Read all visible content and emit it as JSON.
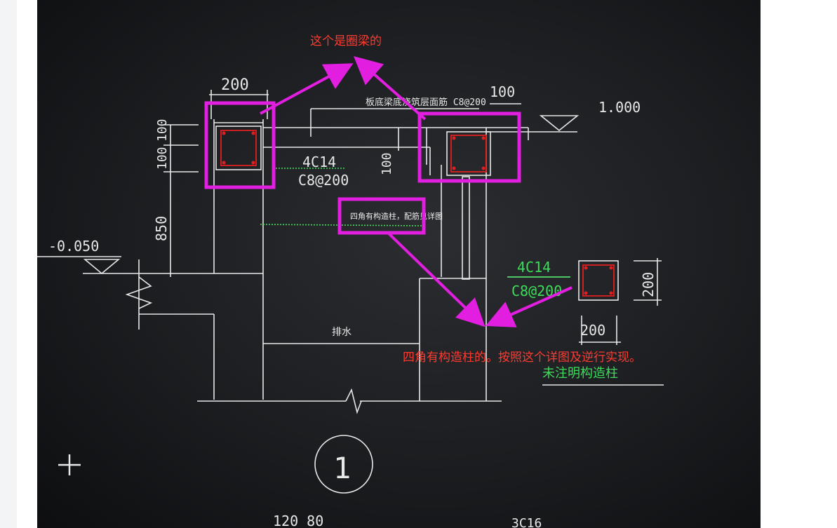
{
  "annotations": {
    "top_note": "这个是圈梁的",
    "bottom_note": "四角有构造柱的。按照这个详图及逆行实现。"
  },
  "drawing": {
    "dim_200_top": "200",
    "dim_100_a": "100",
    "dim_100_b": "100",
    "dim_850": "850",
    "level_minus": "-0.050",
    "slab_note": "板底梁底浇筑层面筋 C8@200",
    "dim_100_right": "100",
    "level_plus": "1.000",
    "dim_100_mid": "100",
    "rebar_main": "4C14",
    "stirrup_main": "C8@200",
    "column_note": "四角有构造柱，配筋见详图",
    "bottom_label": "排水",
    "rebar_col": "4C14",
    "stirrup_col": "C8@200",
    "dim_200_side": "200",
    "dim_200_bottom": "200",
    "column_caption": "未注明构造柱",
    "detail_number": "1",
    "dim_bottom_left": "120 80",
    "bottom_right_label": "3C16",
    "plus_marker": "+"
  },
  "colors": {
    "magenta": "#e21fe0",
    "line": "#e8e8e8",
    "green": "#3ddc5a",
    "red_section": "#e02020",
    "red_note": "#ff3b30"
  }
}
